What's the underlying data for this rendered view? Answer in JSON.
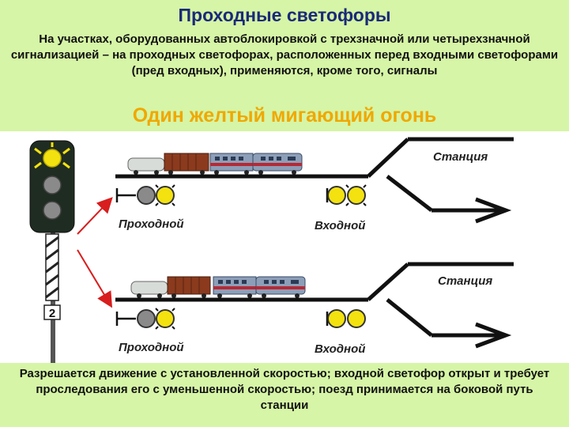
{
  "title": "Проходные светофоры",
  "intro": "На участках, оборудованных автоблокировкой с трехзначной или четырехзначной сигнализацией – на проходных светофорах, расположенных перед входными светофорами (пред входных), применяются, кроме того, сигналы",
  "subtitle": "Один желтый мигающий огонь",
  "diagram": {
    "top": {
      "station_label": "Станция",
      "passing_label": "Проходной",
      "entry_label": "Входной"
    },
    "bottom": {
      "station_label": "Станция",
      "passing_label": "Проходной",
      "entry_label": "Входной"
    },
    "signal_post_number": "2"
  },
  "colors": {
    "yellow": "#f3e20f",
    "unlit": "#8a8a8a",
    "arrow_red": "#d81e1e",
    "title_blue": "#1a2a78",
    "subtitle_orange": "#f0a800",
    "background": "#d6f5a6"
  },
  "bottom_text": "Разрешается движение с установленной скоростью; входной светофор открыт и требует проследования его с уменьшенной скоростью; поезд принимается на боковой путь станции"
}
